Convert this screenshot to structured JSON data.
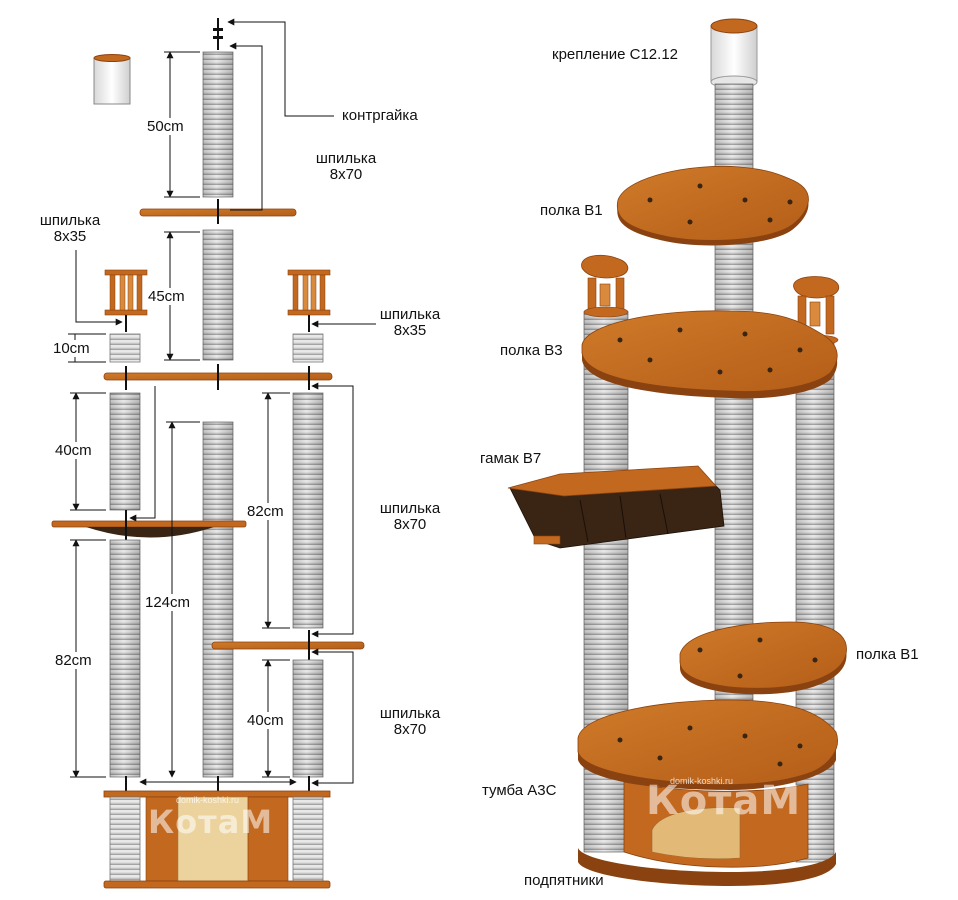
{
  "left_diagram": {
    "dimensions": {
      "d50": "50cm",
      "d45": "45cm",
      "d10": "10cm",
      "d40_upper": "40cm",
      "d82_inner": "82cm",
      "d124": "124cm",
      "d82_outer": "82cm",
      "d40_lower": "40cm"
    },
    "callouts": {
      "kontrgaika": "контргайка",
      "shpilka_top_l1": "шпилька",
      "shpilka_top_l2": "8x70",
      "shpilka_8x35_left_l1": "шпилька",
      "shpilka_8x35_left_l2": "8x35",
      "shpilka_8x35_right_l1": "шпилька",
      "shpilka_8x35_right_l2": "8x35",
      "shpilka_mid_l1": "шпилька",
      "shpilka_mid_l2": "8x70",
      "shpilka_low_l1": "шпилька",
      "shpilka_low_l2": "8x70"
    },
    "watermark": {
      "brand": "КотаМ",
      "url": "domik-koshki.ru"
    }
  },
  "right_diagram": {
    "labels": {
      "mount": "крепление С12.12",
      "shelf_b1_top": "полка В1",
      "shelf_b3": "полка В3",
      "hammock": "гамак В7",
      "shelf_b1_low": "полка В1",
      "cabinet": "тумба А3С",
      "feet": "подпятники"
    },
    "watermark": {
      "brand": "КотаМ",
      "url": "domik-koshki.ru"
    }
  },
  "colors": {
    "wood": "#c2681f",
    "wood_dark": "#8a4310",
    "wood_light": "#d98a3c",
    "rope": "#d8d8d8",
    "rope_line": "#8c8c8c",
    "hammock": "#3a2414",
    "panel_light": "#ecd39e",
    "cap": "#f4f4f4"
  }
}
